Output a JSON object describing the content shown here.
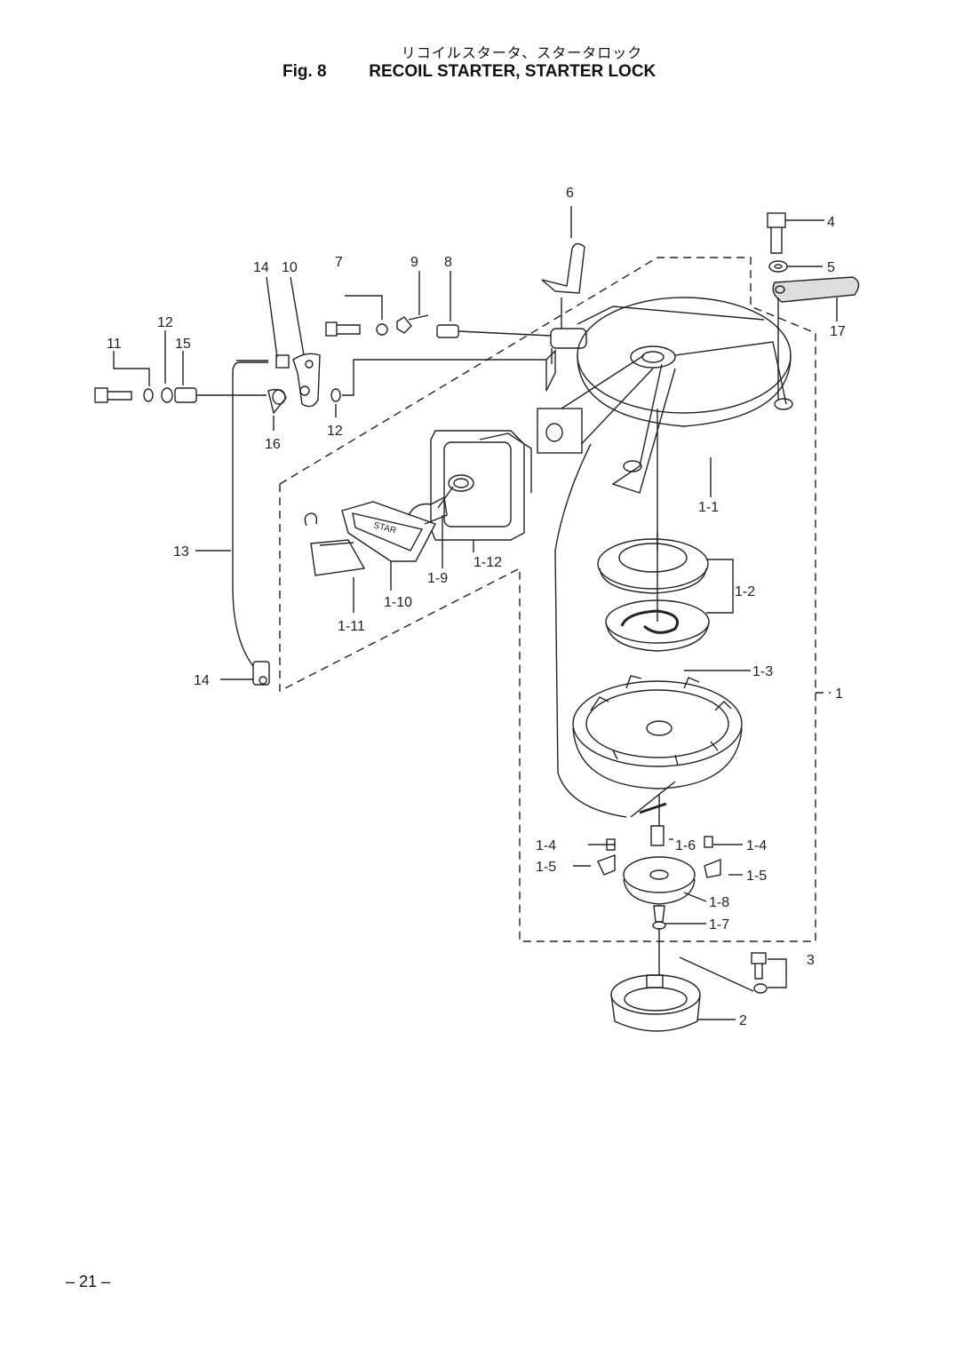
{
  "header": {
    "title_jp": "リコイルスタータ、スタータロック",
    "fig_label": "Fig. 8",
    "title_en": "RECOIL STARTER, STARTER LOCK"
  },
  "callouts": {
    "c1": "1",
    "c1_1": "1-1",
    "c1_2": "1-2",
    "c1_3": "1-3",
    "c1_4a": "1-4",
    "c1_4b": "1-4",
    "c1_5a": "1-5",
    "c1_5b": "1-5",
    "c1_6": "1-6",
    "c1_7": "1-7",
    "c1_8": "1-8",
    "c1_9": "1-9",
    "c1_10": "1-10",
    "c1_11": "1-11",
    "c1_12": "1-12",
    "c2": "2",
    "c3": "3",
    "c4": "4",
    "c5": "5",
    "c6": "6",
    "c7": "7",
    "c8": "8",
    "c9": "9",
    "c10": "10",
    "c11": "11",
    "c12a": "12",
    "c12b": "12",
    "c13": "13",
    "c14a": "14",
    "c14b": "14",
    "c15": "15",
    "c16": "16",
    "c17": "17"
  },
  "handle_text": "STAR",
  "footer": {
    "page_number": "– 21 –"
  }
}
